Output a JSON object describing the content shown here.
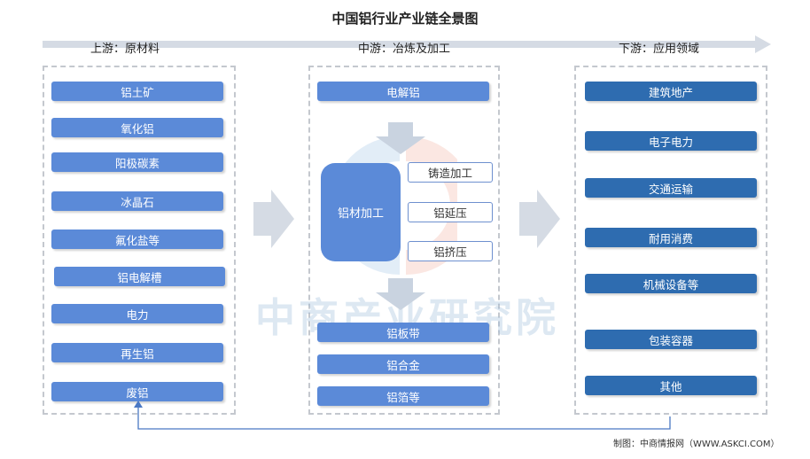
{
  "title": "中国铝行业产业链全景图",
  "stages": {
    "upstream": "上游：原材料",
    "midstream": "中游：冶炼及加工",
    "downstream": "下游：应用领域"
  },
  "upstream_items": [
    "铝土矿",
    "氧化铝",
    "阳极碳素",
    "冰晶石",
    "氟化盐等",
    "铝电解槽",
    "电力",
    "再生铝",
    "废铝"
  ],
  "midstream": {
    "electrolytic": "电解铝",
    "processing": "铝材加工",
    "processes": [
      "铸造加工",
      "铝延压",
      "铝挤压"
    ],
    "products": [
      "铝板带",
      "铝合金",
      "铝箔等"
    ]
  },
  "downstream_items": [
    "建筑地产",
    "电子电力",
    "交通运输",
    "耐用消费",
    "机械设备等",
    "包装容器",
    "其他"
  ],
  "watermark": "中商产业研究院",
  "source": "制图：中商情报网（WWW.ASKCI.COM）",
  "colors": {
    "light_box": "#5b8ad8",
    "dark_box": "#2e6cb0",
    "arrow": "#d5dbe4",
    "recycle_line": "#4a78c4"
  }
}
